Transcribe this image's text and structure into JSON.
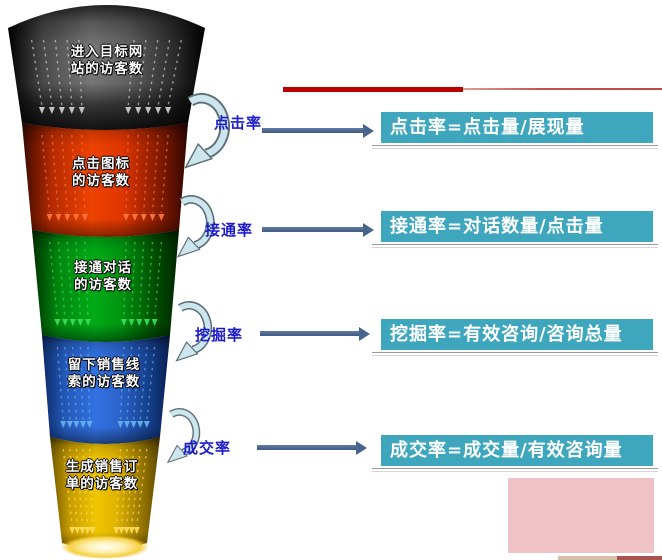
{
  "funnel": {
    "stages": [
      {
        "name": "website-visitors",
        "line1": "进入目标网",
        "line2": "站的访客数",
        "color": "#6e6e6e"
      },
      {
        "name": "click-visitors",
        "line1": "点击图标",
        "line2": "的访客数",
        "color": "#ee4000"
      },
      {
        "name": "dialog-visitors",
        "line1": "接通对话",
        "line2": "的访客数",
        "color": "#00a814"
      },
      {
        "name": "lead-visitors",
        "line1": "留下销售线",
        "line2": "索的访客数",
        "color": "#3070e0"
      },
      {
        "name": "order-visitors",
        "line1": "生成销售订",
        "line2": "单的访客数",
        "color": "#eec400"
      }
    ],
    "rates": [
      {
        "label": "点击率"
      },
      {
        "label": "接通率"
      },
      {
        "label": "挖掘率"
      },
      {
        "label": "成交率"
      }
    ]
  },
  "formulas": [
    {
      "text": "点击率=点击量/展现量"
    },
    {
      "text": "接通率=对话数量/点击量"
    },
    {
      "text": "挖掘率=有效咨询/咨询总量"
    },
    {
      "text": "成交率=成交量/有效咨询量"
    }
  ],
  "icons": {
    "curved_arrow": "curved-arrow-down-left",
    "flow_arrow": "right-arrow"
  },
  "colors": {
    "formula_box": "#3ea7bd",
    "rate_label": "#1c1ccc",
    "flow_arrow": "#46648c",
    "accent_line_red": "#bb0000",
    "pink_panel": "#efc3c5",
    "curved_arrow_fill": "#cde6ee"
  }
}
